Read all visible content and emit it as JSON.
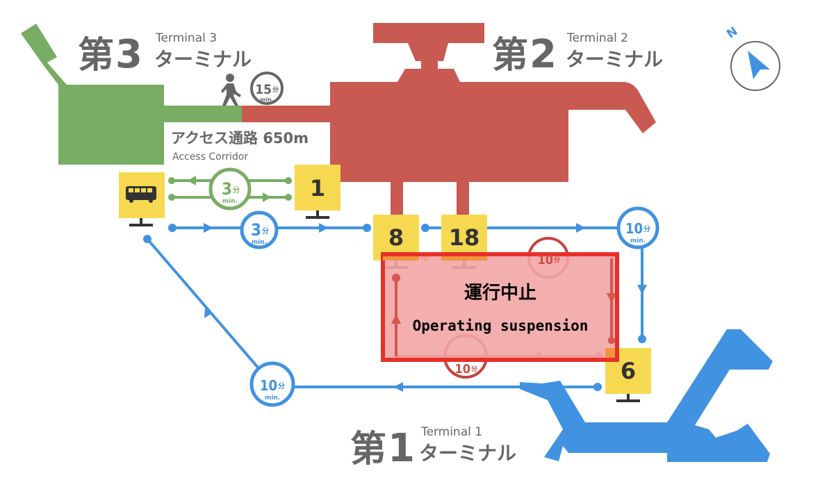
{
  "colors": {
    "terminal1": "#4192e0",
    "terminal2": "#c85a52",
    "terminal3": "#78ad63",
    "stop": "#f7d951",
    "text_gray": "#666666",
    "stop_text": "#333333",
    "suspension_fill": "#f2a5a5",
    "suspension_border": "#e8302a"
  },
  "terminals": {
    "t3": {
      "kanji": "第",
      "number": "3",
      "english": "Terminal 3",
      "kana": "ターミナル"
    },
    "t2": {
      "kanji": "第",
      "number": "2",
      "english": "Terminal 2",
      "kana": "ターミナル"
    },
    "t1": {
      "kanji": "第",
      "number": "1",
      "english": "Terminal 1",
      "kana": "ターミナル"
    }
  },
  "compass": {
    "label": "N",
    "icon": "compass-arrow-icon"
  },
  "access_corridor": {
    "title_jp": "アクセス通路 650m",
    "title_en": "Access Corridor",
    "walk_icon": "pedestrian-icon",
    "walk_time": "15",
    "walk_unit_jp": "分",
    "walk_unit_en": "min."
  },
  "stops": [
    {
      "id": "bus",
      "label": "",
      "icon": "bus-icon"
    },
    {
      "id": "1",
      "label": "1"
    },
    {
      "id": "8",
      "label": "8"
    },
    {
      "id": "18",
      "label": "18"
    },
    {
      "id": "6",
      "label": "6"
    }
  ],
  "travel_times": {
    "green_shuttle": {
      "value": "3",
      "unit_jp": "分",
      "unit_en": "min."
    },
    "blue_bus_to_t2": {
      "value": "3",
      "unit_jp": "分",
      "unit_en": "min."
    },
    "blue_t2_to_t1": {
      "value": "10",
      "unit_jp": "分",
      "unit_en": "min."
    },
    "blue_t1_to_t3": {
      "value": "10",
      "unit_jp": "分",
      "unit_en": "min."
    },
    "red_top": {
      "value": "10",
      "unit_jp": "分"
    },
    "red_bottom": {
      "value": "10",
      "unit_jp": "分"
    }
  },
  "suspension": {
    "title_jp": "運行中止",
    "title_en": "Operating suspension"
  }
}
